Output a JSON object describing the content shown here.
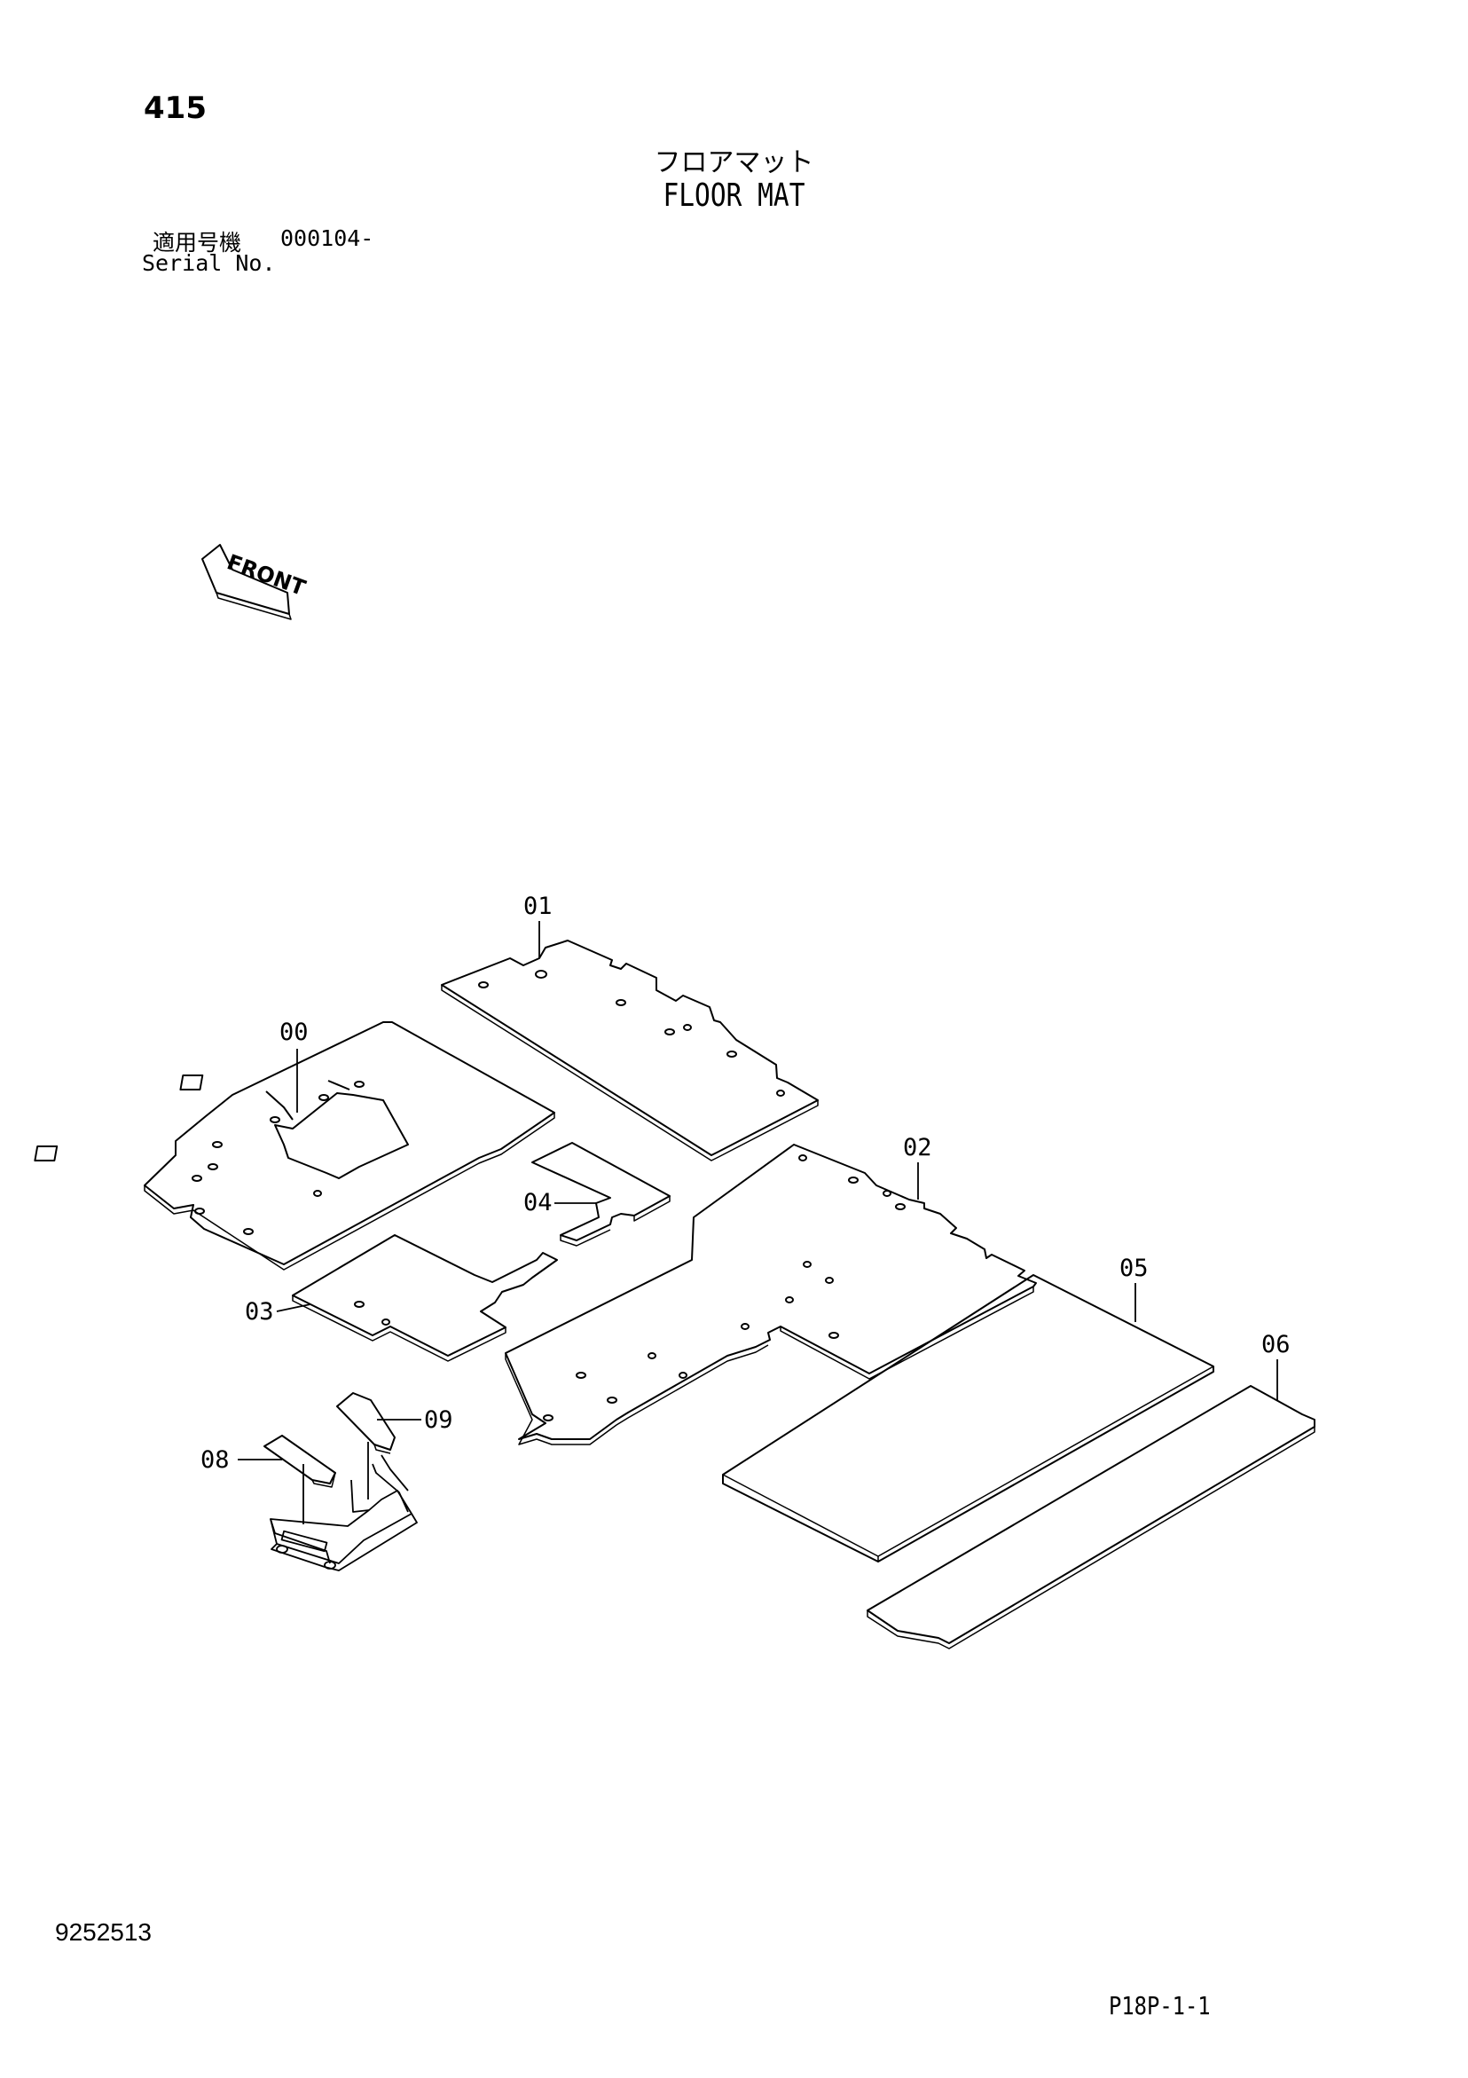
{
  "header": {
    "page_number": "415",
    "title_jp": "フロアマット",
    "title_en": "FLOOR MAT",
    "serial_jp": "適用号機",
    "serial_range": "000104-",
    "serial_en": "Serial No."
  },
  "diagram": {
    "front_label": "FRONT",
    "callouts": {
      "p00": "00",
      "p01": "01",
      "p02": "02",
      "p03": "03",
      "p04": "04",
      "p05": "05",
      "p06": "06",
      "p08": "08",
      "p09": "09"
    }
  },
  "footer": {
    "doc_number": "9252513",
    "page_code": "P18P-1-1"
  }
}
